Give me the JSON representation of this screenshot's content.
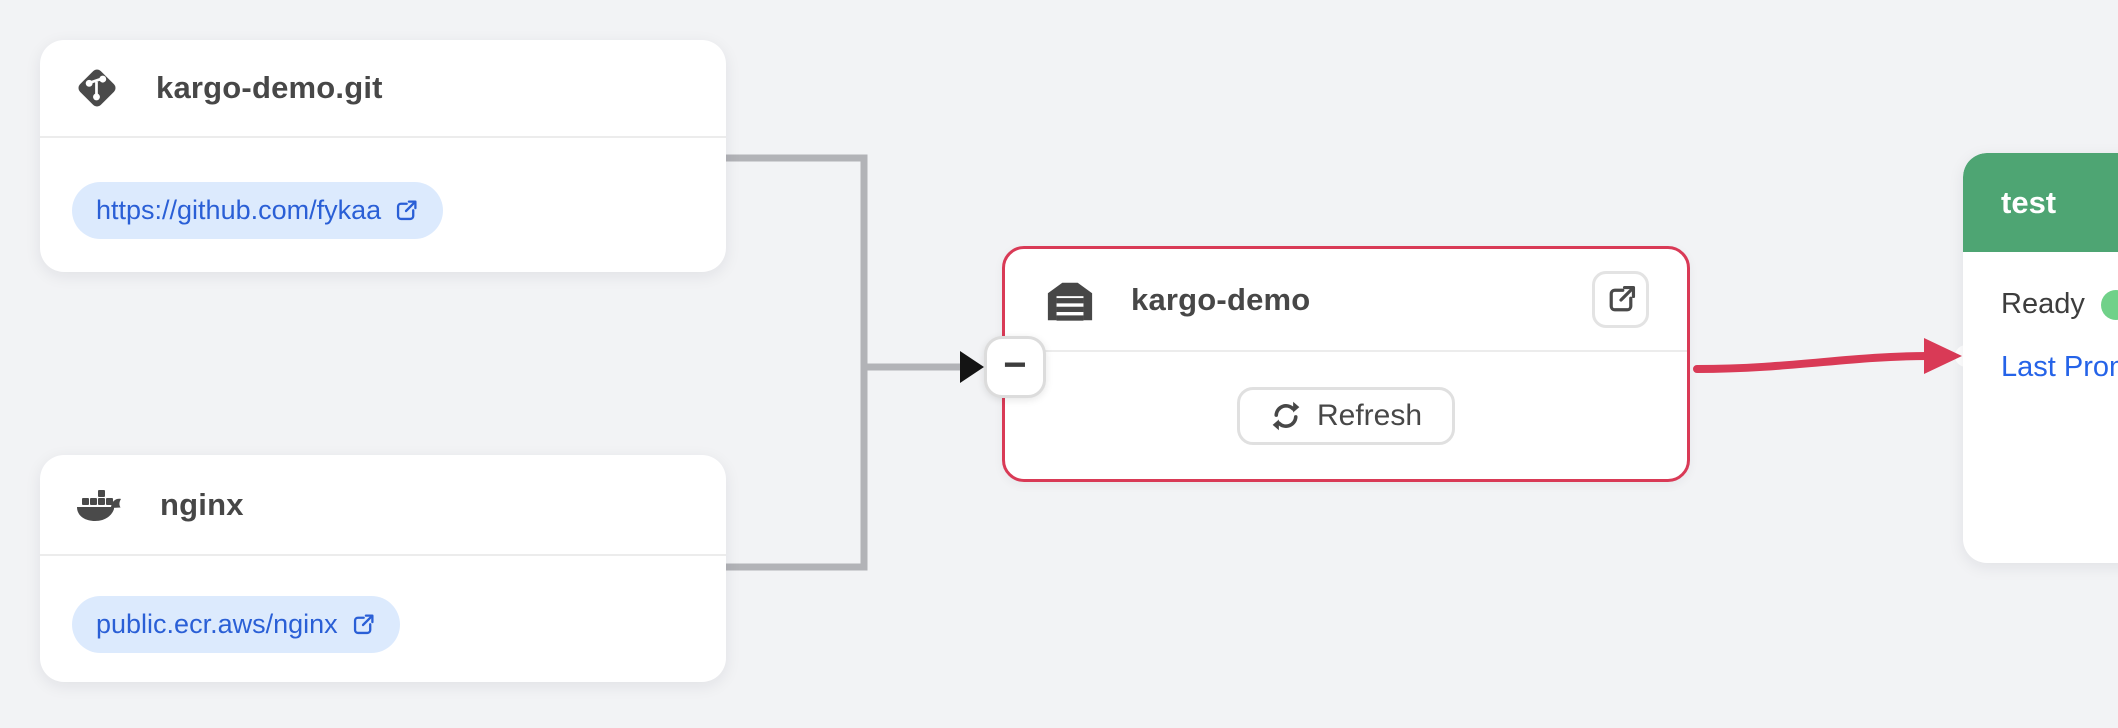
{
  "graph": {
    "background_color": "#f2f3f5",
    "edge_gray_color": "#b2b3b7",
    "edge_red_color": "#d93a56"
  },
  "repo_nodes": [
    {
      "title": "kargo-demo.git",
      "icon": "git-icon",
      "link_text": "https://github.com/fykaa"
    },
    {
      "title": "nginx",
      "icon": "docker-icon",
      "link_text": "public.ecr.aws/nginx"
    }
  ],
  "warehouse_node": {
    "title": "kargo-demo",
    "refresh_label": "Refresh",
    "border_color": "#d93a56",
    "open_icon": "external-link-icon"
  },
  "collapse_control": {
    "symbol": "−"
  },
  "stage_node": {
    "title": "test",
    "header_color": "#4ea573",
    "health_label": "Ready",
    "health_dot_color": "#70d189",
    "last_promotion_label": "Last Promotion",
    "link_color": "#2563e8"
  }
}
